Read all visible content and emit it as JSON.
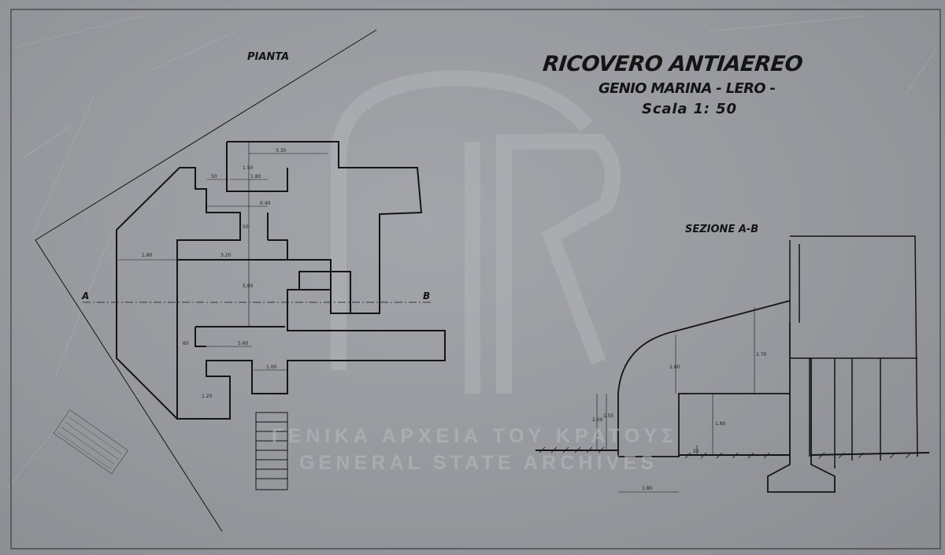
{
  "title": {
    "main": "RICOVERO ANTIAEREO",
    "subtitle": "GENIO MARINA - LERO -",
    "scale": "Scala 1: 50"
  },
  "plan": {
    "label": "PIANTA",
    "section_start": "A",
    "section_end": "B",
    "dimensions": [
      "3.30",
      "1.50",
      "1.80",
      "50",
      "0.40",
      "1.80",
      "3.20",
      "50",
      "5.80",
      "60",
      "5.60",
      "1.00",
      "1.20"
    ]
  },
  "section": {
    "label": "SEZIONE A-B",
    "dimensions": [
      "2.70",
      "1.80",
      "2.00",
      "1.55",
      "1.80",
      "25",
      "1.80"
    ]
  },
  "watermark": {
    "line1": "ΓΕΝΙΚΑ ΑΡΧΕΙΑ ΤΟΥ ΚΡΑΤΟΥΣ",
    "line2": "GENERAL STATE ARCHIVES"
  }
}
